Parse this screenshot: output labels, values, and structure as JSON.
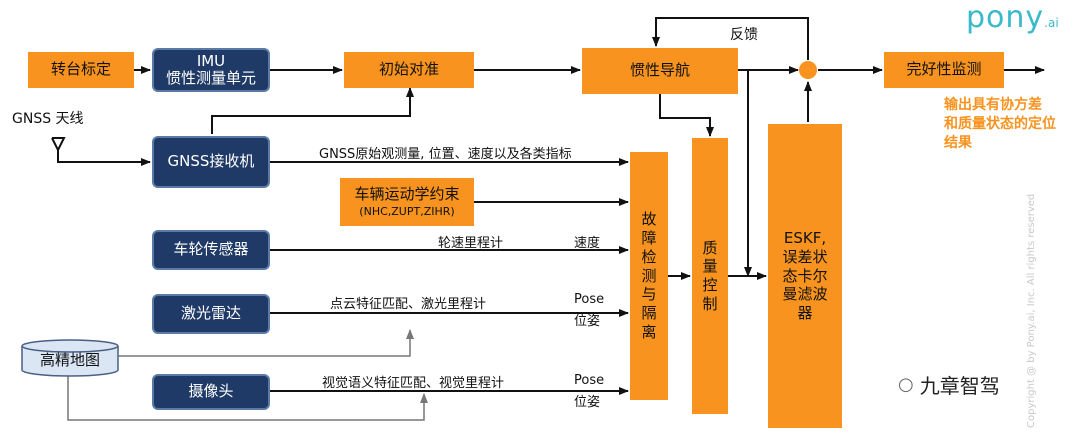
{
  "boxes": {
    "turntable": "转台标定",
    "imu_line1": "IMU",
    "imu_line2": "惯性测量单元",
    "init_align": "初始对准",
    "inertial_nav": "惯性导航",
    "integrity": "完好性监测",
    "gnss_receiver": "GNSS接收机",
    "vehicle_kin_line1": "车辆运动学约束",
    "vehicle_kin_line2": "(NHC,ZUPT,ZIHR)",
    "wheel": "车轮传感器",
    "lidar": "激光雷达",
    "hdmap": "高精地图",
    "camera": "摄像头",
    "fault": [
      "故",
      "障",
      "检",
      "测",
      "与",
      "隔",
      "离"
    ],
    "quality": [
      "质",
      "量",
      "控",
      "制"
    ],
    "eskf": [
      "ESKF,",
      "误差状",
      "态卡尔",
      "曼滤波",
      "器"
    ]
  },
  "labels": {
    "antenna": "GNSS 天线",
    "feedback": "反馈",
    "gnss_obs": "GNSS原始观测量, 位置、速度以及各类指标",
    "wheel_odom": "轮速里程计",
    "speed": "速度",
    "lidar_feat": "点云特征匹配、激光里程计",
    "pose1": "Pose",
    "pose1_cn": "位姿",
    "camera_feat": "视觉语义特征匹配、视觉里程计",
    "pose2": "Pose",
    "pose2_cn": "位姿"
  },
  "output_note": [
    "输出具有协方差",
    "和质量状态的定位",
    "结果"
  ],
  "logo": {
    "main": "pony",
    "sub": ".ai"
  },
  "copyright": "Copyright @ by Pony.ai, Inc. All rights reserved",
  "watermark": "九章智驾",
  "colors": {
    "orange": "#f7931e",
    "navy": "#1f3a66",
    "teal": "#39b9c9"
  }
}
